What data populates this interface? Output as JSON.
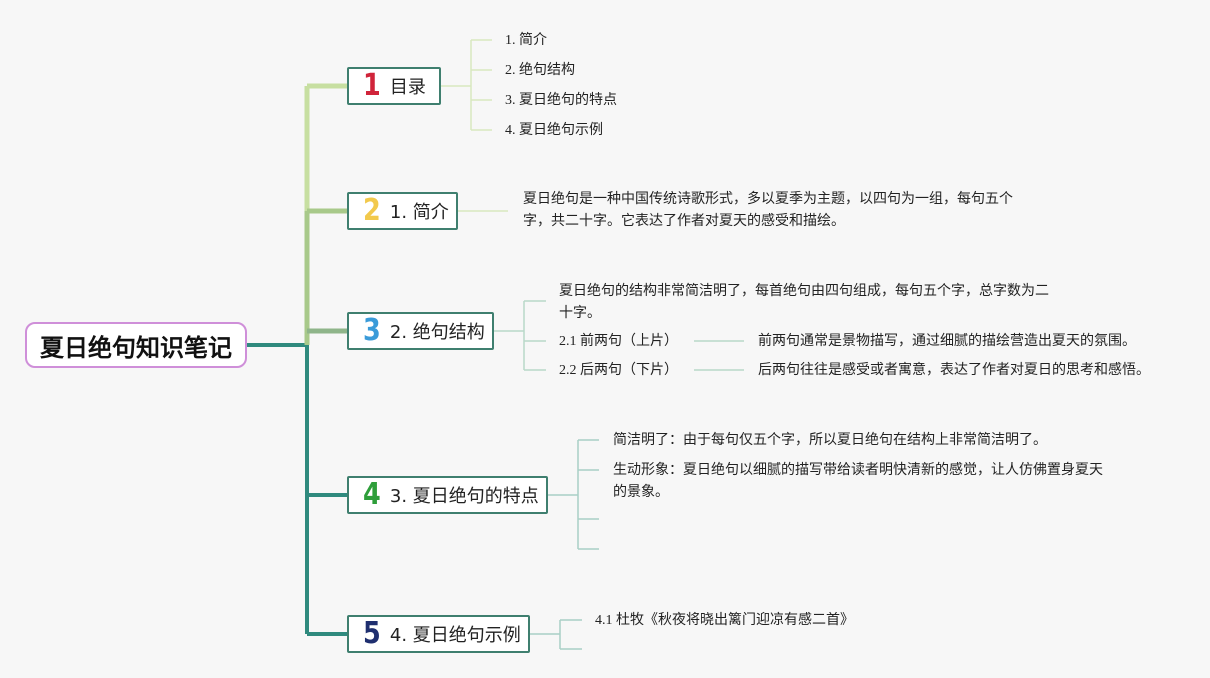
{
  "root": {
    "title": "夏日绝句知识笔记"
  },
  "colors": {
    "root_border": "#cf8fd9",
    "node_border": "#3f7f6f",
    "num_1": "#d0243a",
    "num_2": "#f2c94c",
    "num_3": "#3a9bd9",
    "num_4": "#2e9e3a",
    "num_5": "#1f2f6f",
    "connector_light": "#c7dfa1",
    "connector_mid": "#a8c98a",
    "connector_dark": "#2f8a7e"
  },
  "branches": [
    {
      "number": "1",
      "label": "目录",
      "items": [
        "1. 简介",
        "2. 绝句结构",
        "3. 夏日绝句的特点",
        "4. 夏日绝句示例"
      ]
    },
    {
      "number": "2",
      "label": "1. 简介",
      "text": "夏日绝句是一种中国传统诗歌形式，多以夏季为主题，以四句为一组，每句五个字，共二十字。它表达了作者对夏天的感受和描绘。"
    },
    {
      "number": "3",
      "label": "2. 绝句结构",
      "intro": "夏日绝句的结构非常简洁明了，每首绝句由四句组成，每句五个字，总字数为二十字。",
      "subs": [
        {
          "label": "2.1 前两句（上片）",
          "desc": "前两句通常是景物描写，通过细腻的描绘营造出夏天的氛围。"
        },
        {
          "label": "2.2 后两句（下片）",
          "desc": "后两句往往是感受或者寓意，表达了作者对夏日的思考和感悟。"
        }
      ]
    },
    {
      "number": "4",
      "label": "3. 夏日绝句的特点",
      "points": [
        "简洁明了：由于每句仅五个字，所以夏日绝句在结构上非常简洁明了。",
        "生动形象：夏日绝句以细腻的描写带给读者明快清新的感觉，让人仿佛置身夏天的景象。"
      ]
    },
    {
      "number": "5",
      "label": "4. 夏日绝句示例",
      "items": [
        "4.1 杜牧《秋夜将晓出篱门迎凉有感二首》"
      ]
    }
  ]
}
